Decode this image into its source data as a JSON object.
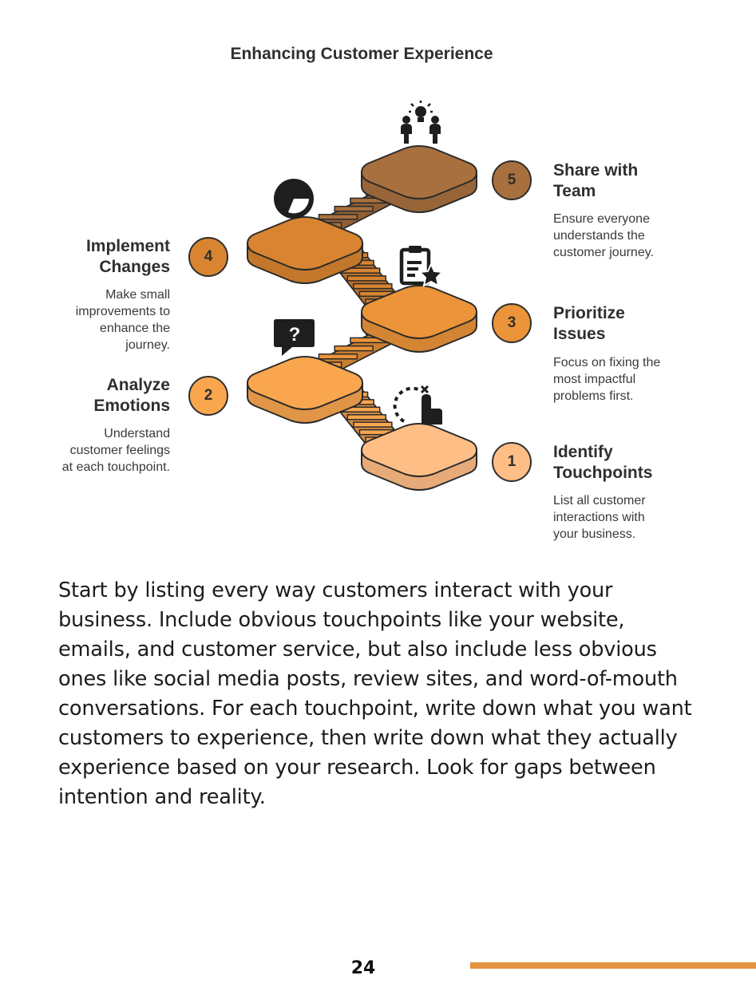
{
  "title": "Enhancing Customer Experience",
  "steps": [
    {
      "number": "1",
      "heading_lines": [
        "Identify",
        "Touchpoints"
      ],
      "description_lines": [
        "List all customer",
        "interactions with",
        "your business."
      ],
      "color": "#FFBE85",
      "icon": "hand-pointer-icon"
    },
    {
      "number": "2",
      "heading_lines": [
        "Analyze",
        "Emotions"
      ],
      "description_lines": [
        "Understand",
        "customer feelings",
        "at each touchpoint."
      ],
      "color": "#F9A64F",
      "icon": "question-bubble-icon"
    },
    {
      "number": "3",
      "heading_lines": [
        "Prioritize",
        "Issues"
      ],
      "description_lines": [
        "Focus on fixing the",
        "most impactful",
        "problems first."
      ],
      "color": "#EC9439",
      "icon": "clipboard-star-icon"
    },
    {
      "number": "4",
      "heading_lines": [
        "Implement",
        "Changes"
      ],
      "description_lines": [
        "Make small",
        "improvements to",
        "enhance the",
        "journey."
      ],
      "color": "#D88430",
      "icon": "pie-chart-icon"
    },
    {
      "number": "5",
      "heading_lines": [
        "Share with",
        "Team"
      ],
      "description_lines": [
        "Ensure everyone",
        "understands the",
        "customer journey."
      ],
      "color": "#A8703E",
      "icon": "team-idea-icon"
    }
  ],
  "body_lines": [
    "Start by listing every way customers interact with your",
    "business. Include obvious touchpoints like your website,",
    "emails, and customer service, but also include less obvious",
    "ones like social media posts, review sites, and word-of-mouth",
    "conversations. For each touchpoint, write down what you want",
    "customers to experience, then write down what they actually",
    "experience based on your research. Look for gaps between",
    "intention and reality."
  ],
  "page_number": "24",
  "accent_color": "#E3943F"
}
